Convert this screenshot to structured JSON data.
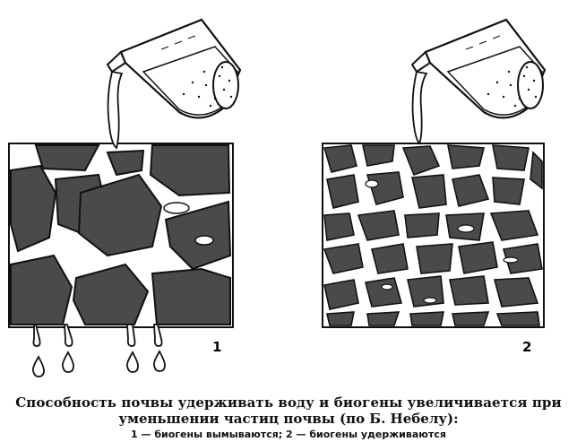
{
  "panels": [
    {
      "label": "1"
    },
    {
      "label": "2"
    }
  ],
  "caption": {
    "line1": "Способность почвы удерживать воду и биогены увеличивается при",
    "line2": "уменьшении частиц почвы (по Б. Небелу):",
    "line3": "1 — биогены вымываются; 2 — биогены удерживаются"
  },
  "colors": {
    "particle": "#4a4a4a",
    "outline": "#111111",
    "background": "#ffffff"
  },
  "icons": [
    "beaker-icon",
    "water-drop-icon"
  ]
}
